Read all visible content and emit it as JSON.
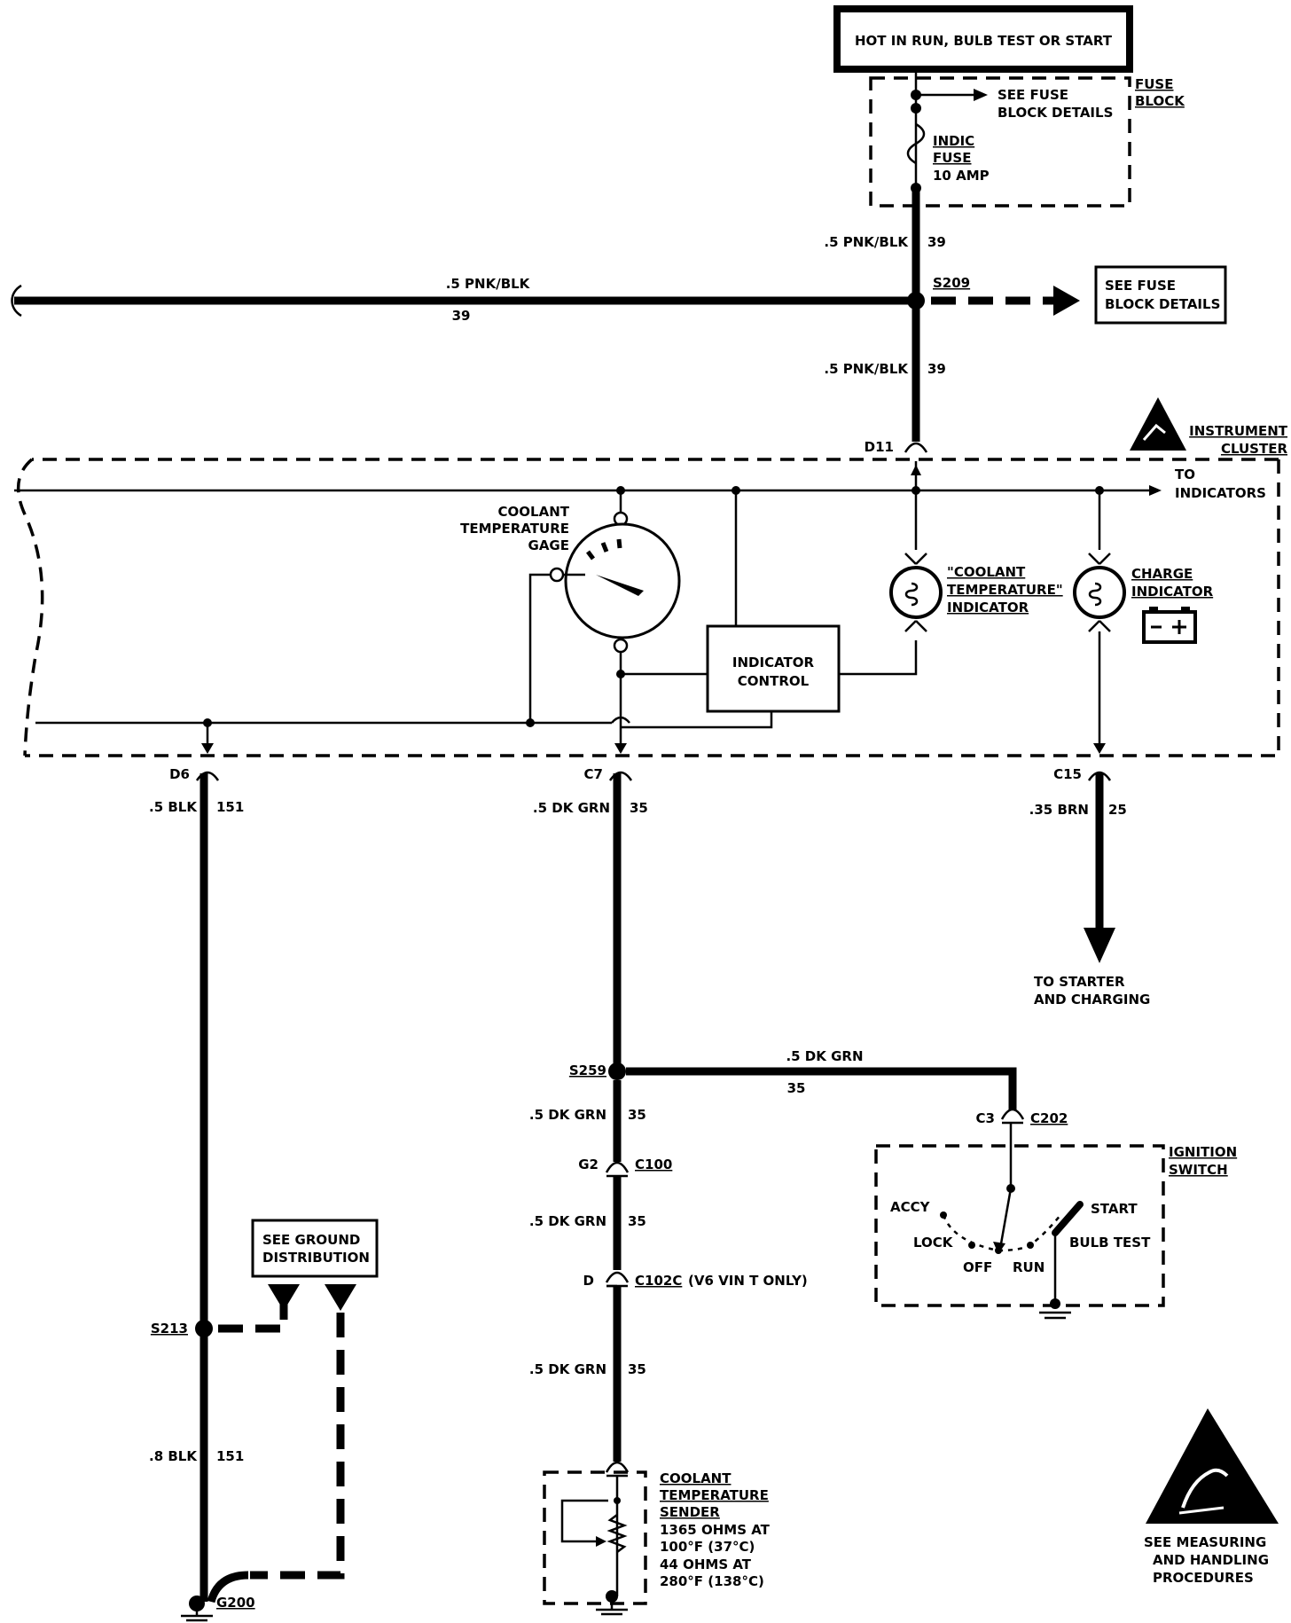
{
  "power_box": {
    "label": "HOT IN RUN, BULB TEST OR START"
  },
  "fuse_block": {
    "title_line1": "FUSE",
    "title_line2": "BLOCK",
    "see_details_line1": "SEE FUSE",
    "see_details_line2": "BLOCK DETAILS",
    "fuse_line1": "INDIC",
    "fuse_line2": "FUSE",
    "fuse_line3": "10 AMP"
  },
  "wires": {
    "top_color": ".5 PNK/BLK",
    "top_circuit": "39",
    "left_color": ".5 PNK/BLK",
    "left_circuit": "39",
    "mid_color": ".5 PNK/BLK",
    "mid_circuit": "39",
    "d6_color": ".5 BLK",
    "d6_circuit": "151",
    "c7_color": ".5 DK GRN",
    "c7_circuit": "35",
    "c15_color": ".35 BRN",
    "c15_circuit": "25",
    "s259_ign_color": ".5 DK GRN",
    "s259_ign_circuit": "35",
    "s259_c100_color": ".5 DK GRN",
    "s259_c100_circuit": "35",
    "c100_c102_color": ".5 DK GRN",
    "c100_c102_circuit": "35",
    "c102_sender_color": ".5 DK GRN",
    "c102_sender_circuit": "35",
    "ground_color": ".8 BLK",
    "ground_circuit": "151"
  },
  "splices": {
    "s209": "S209",
    "s213": "S213",
    "s259": "S259",
    "g200": "G200"
  },
  "see_fuse_right": {
    "line1": "SEE FUSE",
    "line2": "BLOCK DETAILS"
  },
  "instrument_cluster": {
    "title_line1": "INSTRUMENT",
    "title_line2": "CLUSTER",
    "to_indicators_line1": "TO",
    "to_indicators_line2": "INDICATORS",
    "gage_line1": "COOLANT",
    "gage_line2": "TEMPERATURE",
    "gage_line3": "GAGE",
    "control_line1": "INDICATOR",
    "control_line2": "CONTROL",
    "coolant_ind_line1": "\"COOLANT",
    "coolant_ind_line2": "TEMPERATURE\"",
    "coolant_ind_line3": "INDICATOR",
    "charge_line1": "CHARGE",
    "charge_line2": "INDICATOR"
  },
  "connectors": {
    "d11": "D11",
    "d6": "D6",
    "c7": "C7",
    "c15": "C15",
    "c3": "C3",
    "c202": "C202",
    "g2": "G2",
    "c100": "C100",
    "d": "D",
    "c102c": "C102C",
    "c102c_note": "(V6  VIN T ONLY)"
  },
  "starter": {
    "line1": "TO STARTER",
    "line2": "AND CHARGING"
  },
  "ground_dist": {
    "line1": "SEE GROUND",
    "line2": "DISTRIBUTION"
  },
  "ignition_switch": {
    "title_line1": "IGNITION",
    "title_line2": "SWITCH",
    "accy": "ACCY",
    "lock": "LOCK",
    "off": "OFF",
    "run": "RUN",
    "start": "START",
    "bulb_test": "BULB TEST"
  },
  "sender": {
    "line1": "COOLANT",
    "line2": "TEMPERATURE",
    "line3": "SENDER",
    "line4": "1365 OHMS AT",
    "line5": "100°F (37°C)",
    "line6": "44 OHMS AT",
    "line7": "280°F (138°C)"
  },
  "esd_note": {
    "line1": "SEE MEASURING",
    "line2": "AND HANDLING",
    "line3": "PROCEDURES"
  }
}
